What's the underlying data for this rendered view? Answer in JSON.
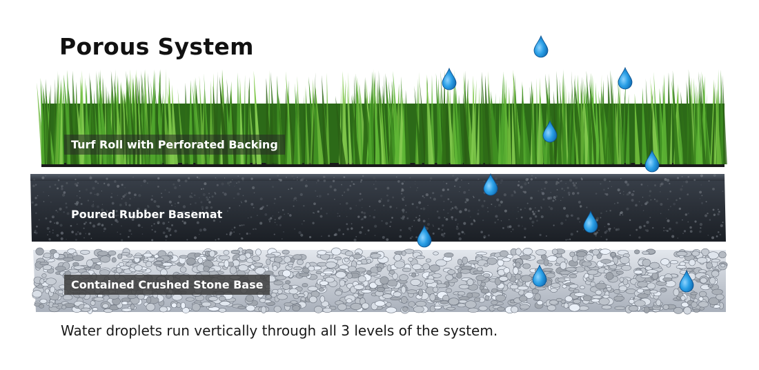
{
  "title": "Porous System",
  "layers": [
    {
      "label": "Turf Roll with Perforated Backing"
    },
    {
      "label": "Poured Rubber Basemat"
    },
    {
      "label": "Contained Crushed Stone Base"
    }
  ],
  "caption": "Water droplets run vertically through all 3 levels of the system.",
  "colors": {
    "grass_dark": "#2f6e17",
    "grass_light": "#6cb83a",
    "rubber": "#2a2f36",
    "stone": "#c9ced6",
    "droplet": "#1e8fd8"
  }
}
